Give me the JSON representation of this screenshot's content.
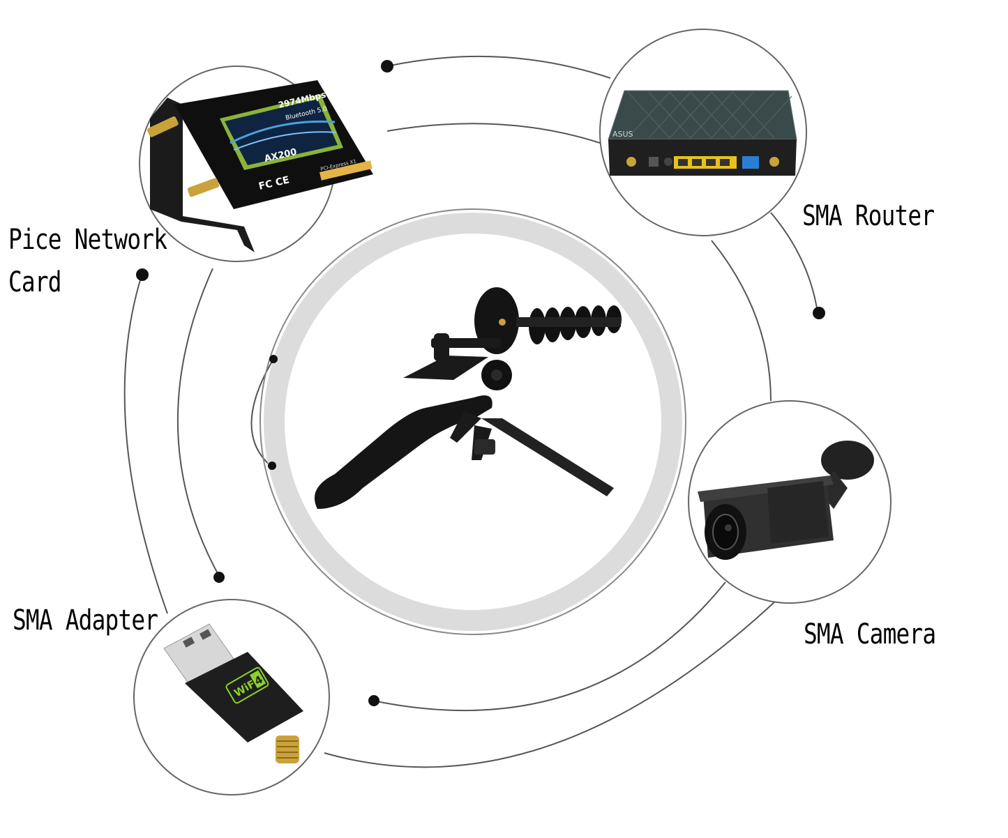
{
  "labels": {
    "network_card_line1": "Pice Network",
    "network_card_line2": "Card",
    "router": "SMA Router",
    "adapter": "SMA Adapter",
    "camera": "SMA Camera"
  },
  "devices": {
    "network_card": {
      "chip": "AX200",
      "speed": "2974Mbps",
      "bluetooth": "Bluetooth 5.0",
      "bus": "PCI-Express X1",
      "marks": "FC CE"
    },
    "adapter": {
      "badge_text": "WiFi",
      "badge_number": "4"
    },
    "router": {
      "brand": "ASUS"
    }
  },
  "colors": {
    "line": "#555555",
    "dot": "#111111",
    "ring": "#dcdcdc",
    "device_black": "#1c1c1c",
    "router_body": "#3a4a4a",
    "port_yellow": "#e8c21c",
    "port_blue": "#2a7fd4",
    "gold": "#c9a23a",
    "screen_green": "#8ab33a",
    "badge_green": "#8cd12a"
  }
}
